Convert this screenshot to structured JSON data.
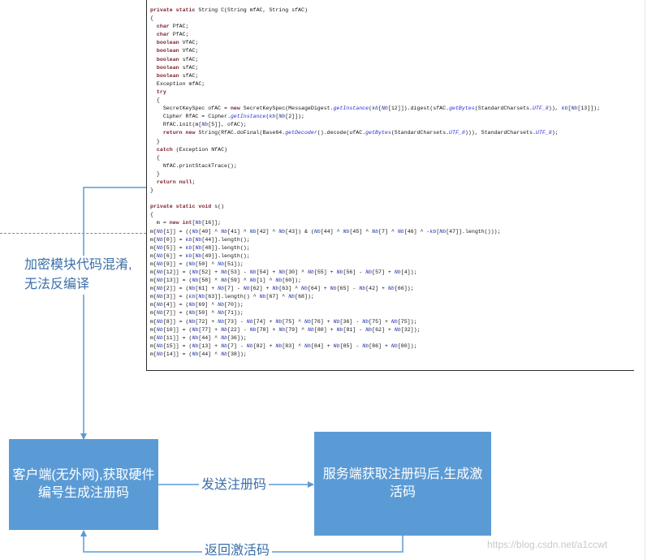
{
  "code": {
    "lines": [
      "private static String C(String mfAC, String sfAC)",
      "{",
      "  char PfAC;",
      "  char PfAC;",
      "  boolean VfAC;",
      "  boolean VfAC;",
      "  boolean sfAC;",
      "  boolean sfAC;",
      "  boolean sfAC;",
      "  Exception mfAC;",
      "  try",
      "  {",
      "    SecretKeySpec ofAC = new SecretKeySpec(MessageDigest.getInstance(kb[Nb[12]]).digest(sfAC.getBytes(StandardCharsets.UTF_8)), kb[Nb[13]]);",
      "    Cipher RfAC = Cipher.getInstance(kb[Nb[2]]);",
      "    RfAC.init(m[Nb[5]], ofAC);",
      "    return new String(RfAC.doFinal(Base64.getDecoder().decode(ufAC.getBytes(StandardCharsets.UTF_8))), StandardCharsets.UTF_8);",
      "  }",
      "  catch (Exception NfAC)",
      "  {",
      "    NfAC.printStackTrace();",
      "  }",
      "  return null;",
      "}",
      "",
      "private static void s()",
      "{",
      "  m = new int[Nb[16]];",
      "m[Nb[1]] = ((Nb[40] ^ Nb[41] ^ Nb[42] ^ Nb[43]) & (Nb[44] ^ Nb[45] ^ Nb[7] ^ Nb[46] ^ -kb[Nb[47]].length()));",
      "m[Nb[0]] = kb[Nb[44]].length();",
      "m[Nb[5]] = kb[Nb[48]].length();",
      "m[Nb[6]] = kb[Nb[49]].length();",
      "m[Nb[9]] = (Nb[50] ^ Nb[51]);",
      "m[Nb[12]] = (Nb[52] + Nb[53] - Nb[54] + Nb[30] ^ Nb[55] + Nb[56] - Nb[57] + Nb[4]);",
      "m[Nb[13]] = (Nb[58] ^ Nb[59] ^ Nb[1] ^ Nb[60]);",
      "m[Nb[2]] = (Nb[61] + Nb[7] - Nb[62] + Nb[63] ^ Nb[64] + Nb[65] - Nb[42] + Nb[66]);",
      "m[Nb[3]] = (kb[Nb[63]].length() ^ Nb[67] ^ Nb[68]);",
      "m[Nb[4]] = (Nb[69] ^ Nb[70]);",
      "m[Nb[7]] = (Nb[50] ^ Nb[71]);",
      "m[Nb[8]] = (Nb[72] + Nb[73] - Nb[74] + Nb[75] ^ Nb[76] + Nb[36] - Nb[75] + Nb[75]);",
      "m[Nb[10]] = (Nb[77] + Nb[22] - Nb[78] + Nb[79] ^ Nb[80] + Nb[81] - Nb[62] + Nb[32]);",
      "m[Nb[11]] = (Nb[44] ^ Nb[36]);",
      "m[Nb[15]] = (Nb[13] + Nb[7] - Nb[82] + Nb[83] ^ Nb[84] + Nb[85] - Nb[86] + Nb[80]);",
      "m[Nb[14]] = (Nb[44] ^ Nb[38]);"
    ]
  },
  "labels": {
    "obfuscation": "加密模块代码混淆,无法反编译",
    "obfuscation_line1": "加密模块代码混淆,",
    "obfuscation_line2": "无法反编译",
    "send": "发送注册码",
    "return": "返回激活码"
  },
  "boxes": {
    "client": "客户端(无外网),获取硬件编号生成注册码",
    "server": "服务端获取注册码后,生成激活码"
  },
  "watermark": "https://blog.csdn.net/a1ccwt",
  "colors": {
    "box_fill": "#5b9bd5",
    "arrow": "#5b9bd5",
    "label_text": "#3a6ea8",
    "keyword": "#7a1f2b"
  }
}
